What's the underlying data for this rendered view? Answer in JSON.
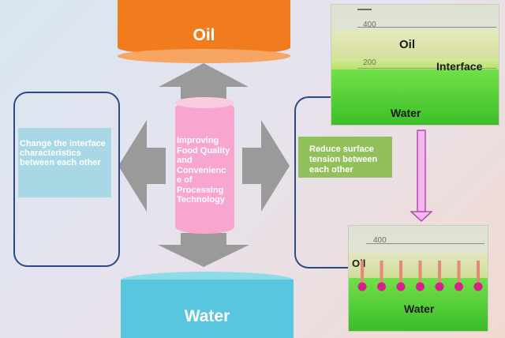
{
  "oil_container": {
    "label": "Oil"
  },
  "water_container": {
    "label": "Water"
  },
  "left_box": {
    "text": "Change the interface characteristics between each other"
  },
  "center_cylinder": {
    "text": "Improving Food Quality and Convenienc e of Processing Technology"
  },
  "right_box": {
    "text": "Reduce surface tension between each other"
  },
  "photo_top": {
    "scale_400": "400",
    "scale_200": "200",
    "oil_label": "Oil",
    "interface_label": "Interface",
    "water_label": "Water"
  },
  "photo_bottom": {
    "scale_400": "400",
    "oil_label": "Oil",
    "water_label": "Water",
    "molecule_count": 7
  },
  "colors": {
    "oil": "#f07c1e",
    "water": "#57c6de",
    "center": "#f8a6cf",
    "left_box": "#a8d7e6",
    "right_box": "#92c15b",
    "frame": "#2d4a86",
    "arrow": "#9a9a9a",
    "down_arrow": "#e08ad9"
  }
}
